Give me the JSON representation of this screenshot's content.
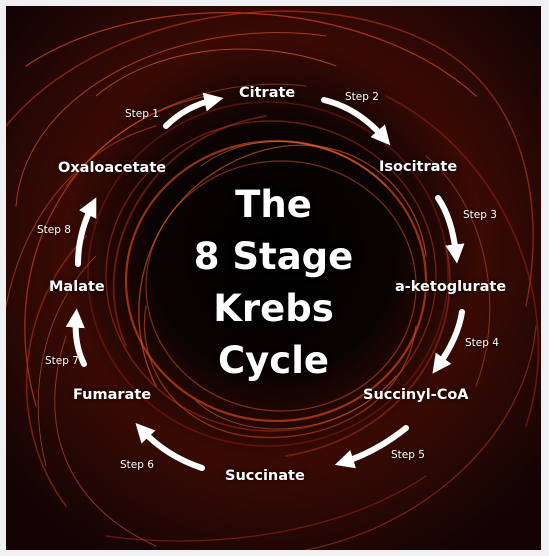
{
  "title_lines": [
    "The",
    "8 Stage",
    "Krebs",
    "Cycle"
  ],
  "compounds": {
    "citrate": "Citrate",
    "isocitrate": "Isocitrate",
    "a_ketoglutarate": "a-ketoglurate",
    "succinyl_coa": "Succinyl-CoA",
    "succinate": "Succinate",
    "fumarate": "Fumarate",
    "malate": "Malate",
    "oxaloacetate": "Oxaloacetate"
  },
  "steps": {
    "s1": "Step 1",
    "s2": "Step 2",
    "s3": "Step 3",
    "s4": "Step 4",
    "s5": "Step 5",
    "s6": "Step 6",
    "s7": "Step 7",
    "s8": "Step 8"
  },
  "colors": {
    "background": "#0a0606",
    "swirl": "#d0401a",
    "text": "#ffffff",
    "arrow": "#ffffff"
  }
}
